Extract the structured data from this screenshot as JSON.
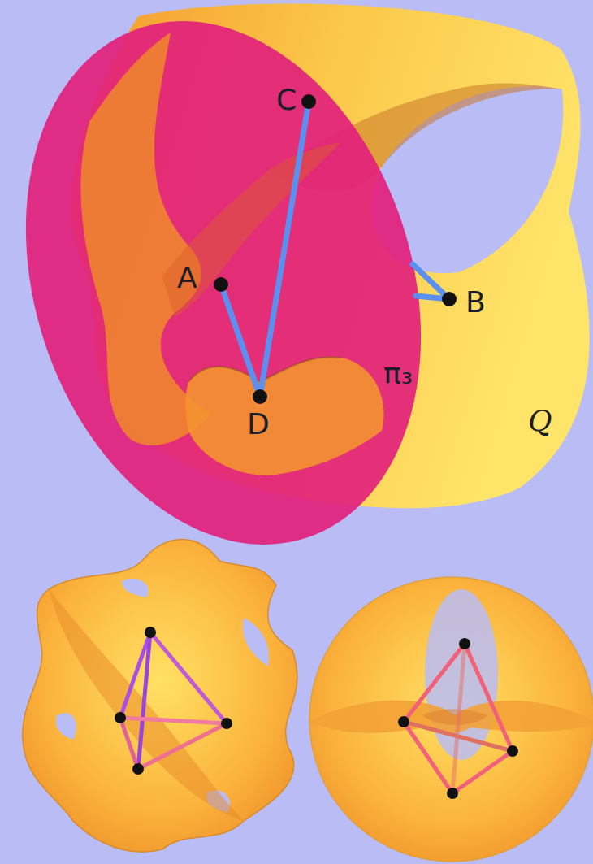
{
  "diagram": {
    "labels": [
      "C",
      "A",
      "B",
      "π₃",
      "Q",
      "D"
    ]
  }
}
